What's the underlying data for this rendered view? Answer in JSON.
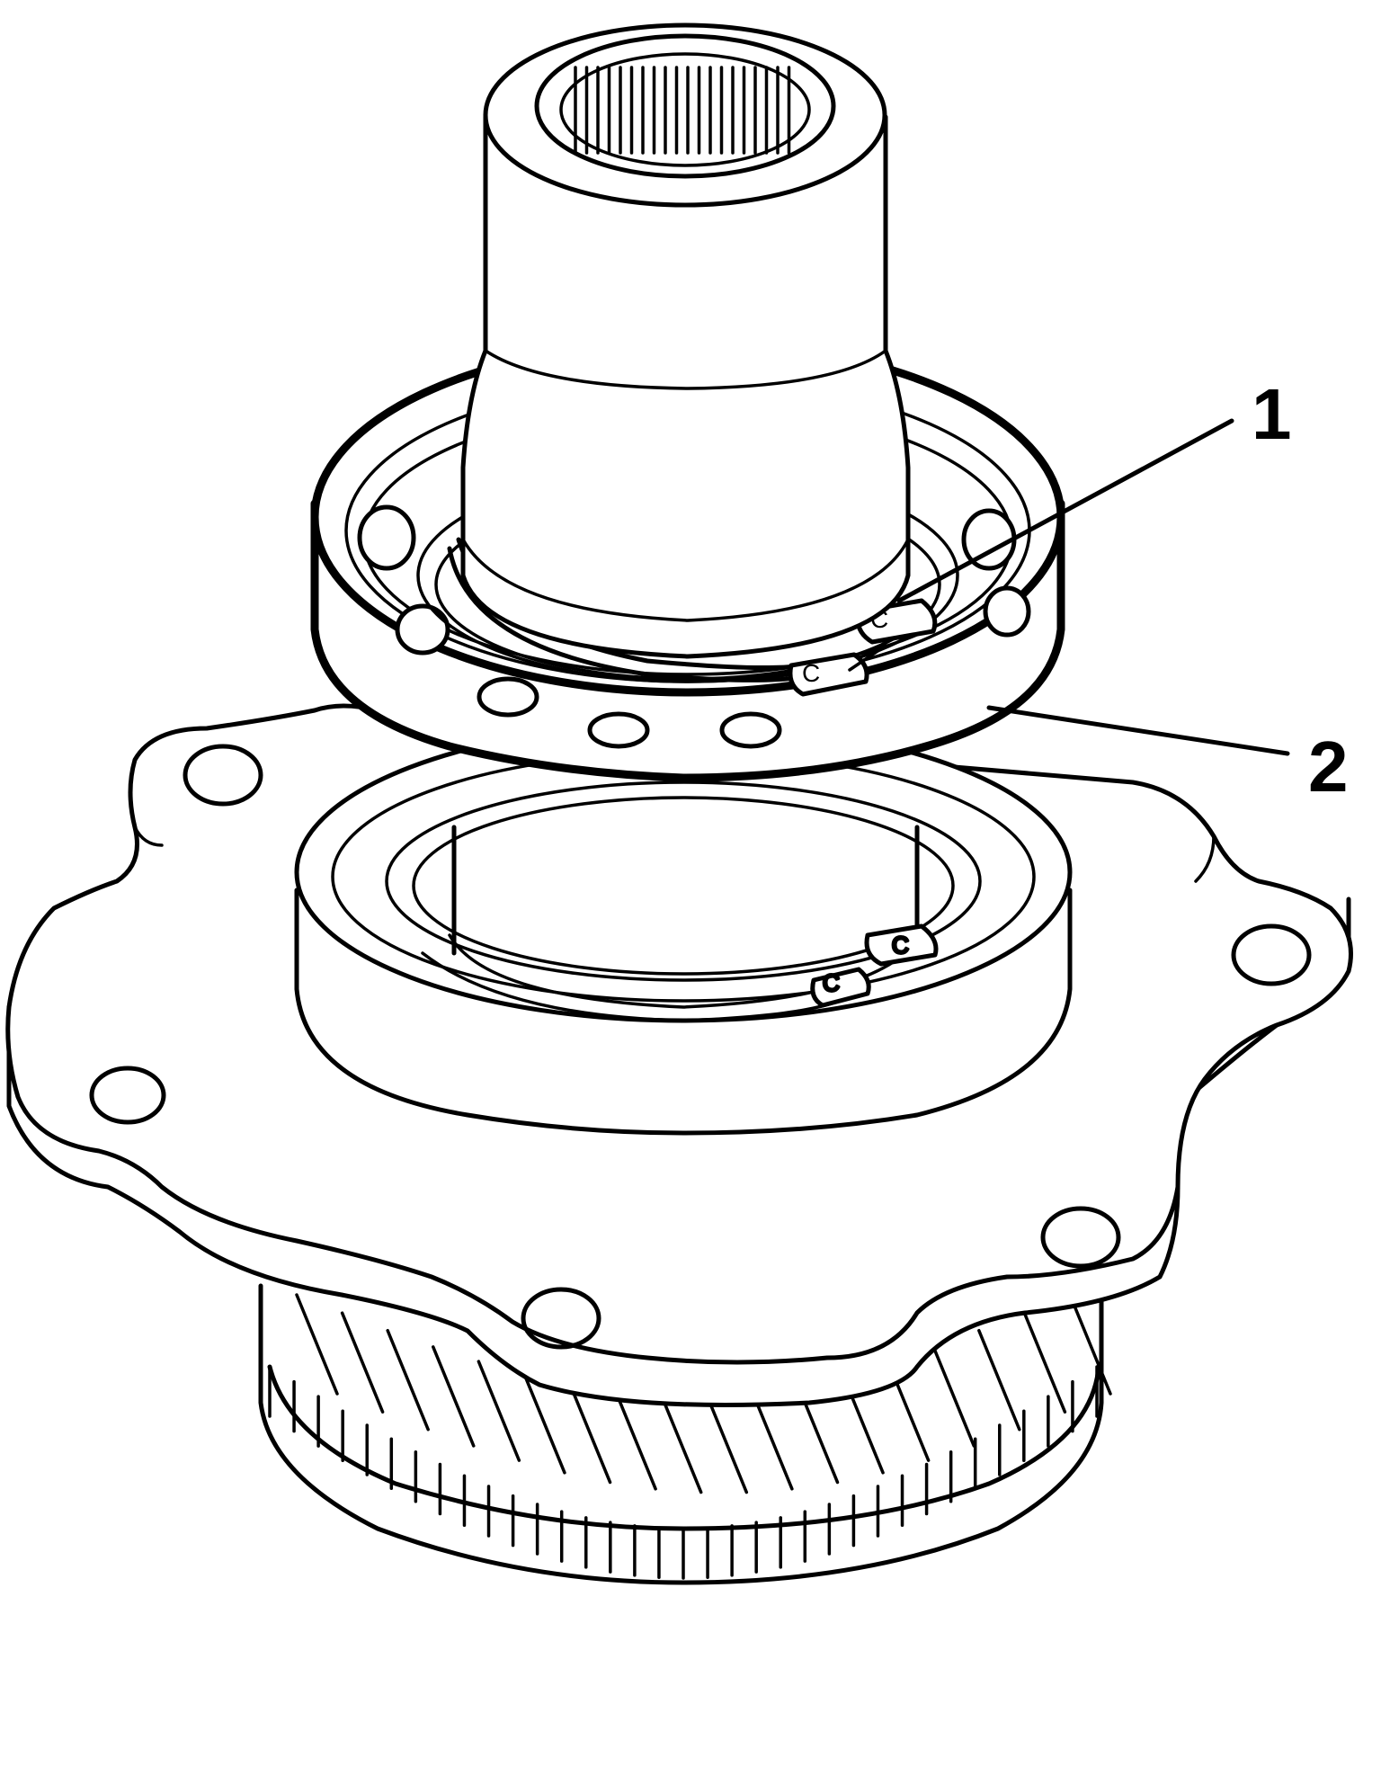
{
  "figure": {
    "callouts": [
      {
        "number": "1",
        "target": "snap-ring"
      },
      {
        "number": "2",
        "target": "bearing"
      }
    ],
    "colors": {
      "ink": "#000000",
      "paper": "#ffffff"
    }
  }
}
